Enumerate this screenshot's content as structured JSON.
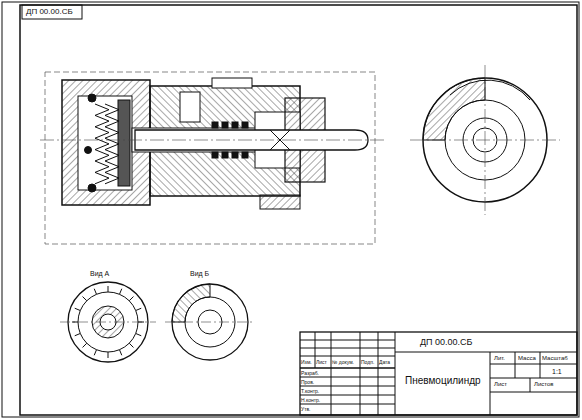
{
  "diagram": {
    "labels": [
      "ДП 00.00.СБ",
      "Вид А",
      "Вид Б",
      "ДП 00.00.СБ",
      "Пневмоцилиндр",
      "Изм.",
      "Лист",
      "№ докум.",
      "Подп.",
      "Дата",
      "Разраб.",
      "Пров.",
      "Т.контр.",
      "Н.контр.",
      "Утв.",
      "Лит.",
      "Масса",
      "Масштаб",
      "1:1",
      "Лист",
      "Листов"
    ]
  }
}
